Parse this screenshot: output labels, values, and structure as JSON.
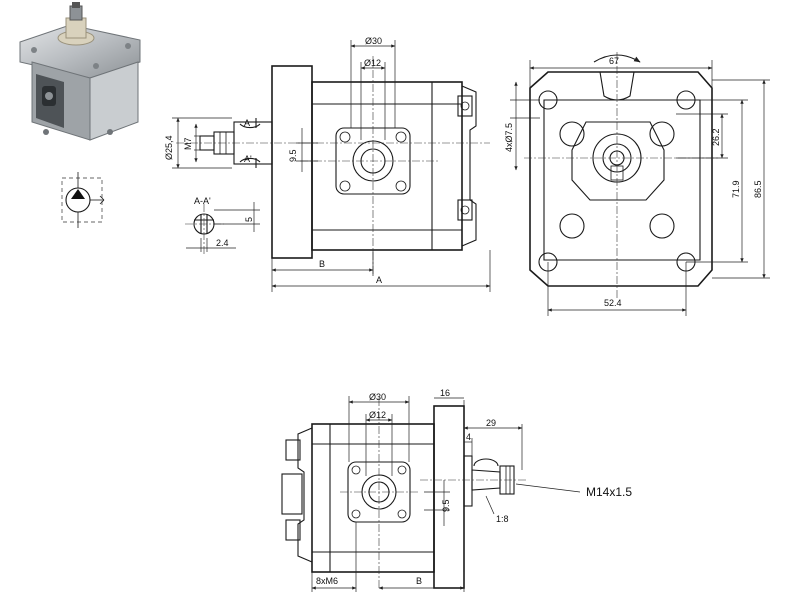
{
  "labels": {
    "top_side": {
      "d30": "Ø30",
      "d12": "Ø12",
      "d25_4": "Ø25,4",
      "m7": "M7",
      "sec_a": "A",
      "sec_a_prime": "A'",
      "h9_5": "9.5",
      "dim_b": "B",
      "dim_a": "A"
    },
    "section": {
      "title": "A-A'",
      "w5": "5",
      "w2_4": "2.4"
    },
    "front": {
      "w67": "67",
      "holes": "4xØ7.5",
      "h26_2": "26.2",
      "h71_9": "71.9",
      "h86_5": "86.5",
      "w52_4": "52.4"
    },
    "bottom_side": {
      "d30": "Ø30",
      "d12": "Ø12",
      "w16": "16",
      "w29": "29",
      "w4": "4",
      "thread": "M14x1.5",
      "taper": "1:8",
      "h9_5": "9.5",
      "bolts": "8xM6",
      "dim_b": "B"
    }
  },
  "colors": {
    "line": "#1a1a1a",
    "body_metal": "#b9bdc1",
    "body_dark": "#6f7478",
    "shaft_cap": "#d9d2bd"
  }
}
